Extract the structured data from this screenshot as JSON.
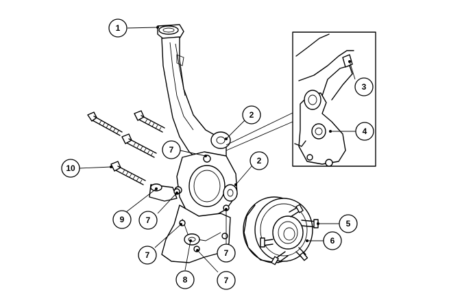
{
  "callouts": {
    "c1": "1",
    "c2a": "2",
    "c2b": "2",
    "c3": "3",
    "c4": "4",
    "c5": "5",
    "c6": "6",
    "c7a": "7",
    "c7b": "7",
    "c7c": "7",
    "c7d": "7",
    "c7e": "7",
    "c8": "8",
    "c9": "9",
    "c10": "10"
  }
}
